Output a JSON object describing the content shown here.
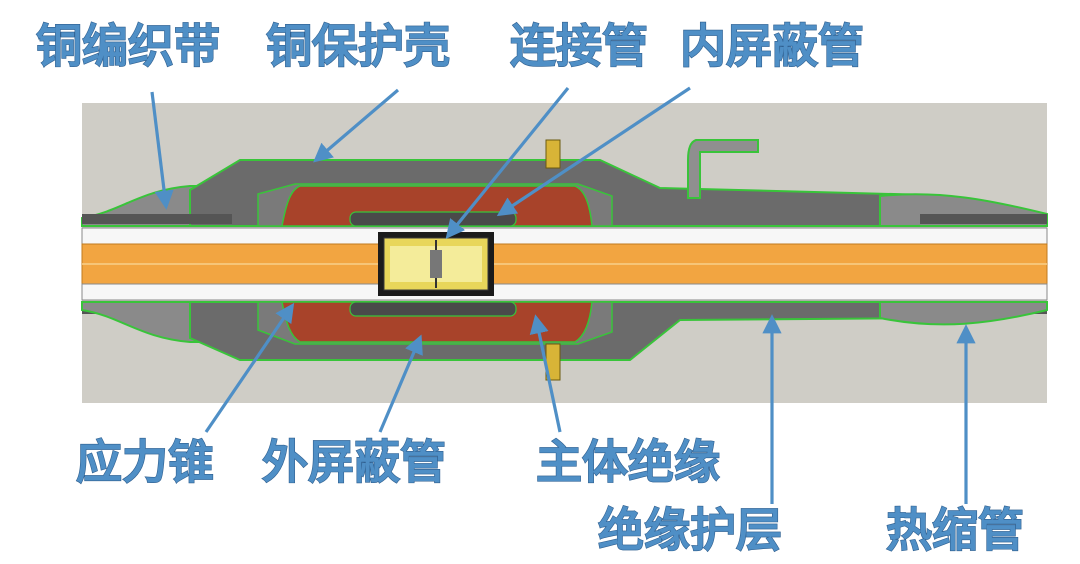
{
  "labels": {
    "copper_braid": "铜编织带",
    "copper_shell": "铜保护壳",
    "connector_tube": "连接管",
    "inner_shield": "内屏蔽管",
    "stress_cone": "应力锥",
    "outer_shield": "外屏蔽管",
    "main_insulation": "主体绝缘",
    "insulation_sheath": "绝缘护层",
    "heat_shrink_tube": "热缩管"
  },
  "colors": {
    "label_text": "#4f8fc6",
    "label_outline": "#2f5f8f",
    "background_panel": "#cfcdc6",
    "housing_gray": "#6e6e6e",
    "main_insulation_red": "#a8432a",
    "conductor_orange": "#f2a541",
    "outline_green": "#39c43a",
    "connector_gold": "#e8d65a",
    "white_layer": "#f7f7f7"
  }
}
